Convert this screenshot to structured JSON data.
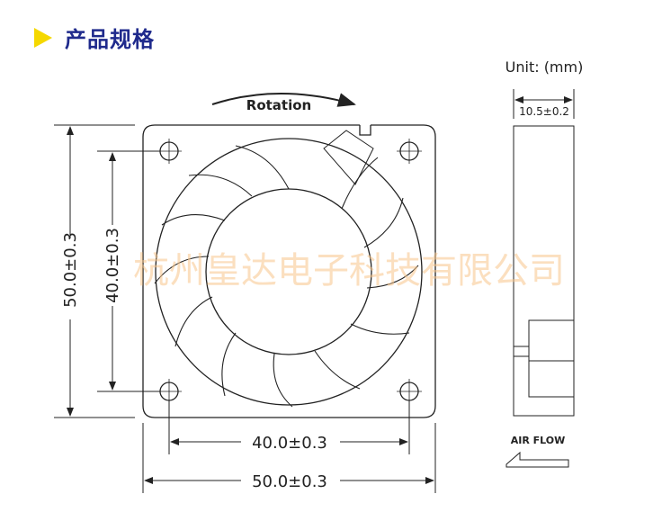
{
  "header": {
    "title": "产品规格",
    "icon": "triangle-bullet-icon",
    "accent": "#f5d800",
    "title_color": "#1f2a8c"
  },
  "unit_label": "Unit: (mm)",
  "rotation_label": "Rotation",
  "dimensions": {
    "height_outer": "50.0±0.3",
    "height_holes": "40.0±0.3",
    "width_holes": "40.0±0.3",
    "width_outer": "50.0±0.3",
    "thickness": "10.5±0.2"
  },
  "airflow_label": "AIR FLOW",
  "watermark": "杭州皇达电子科技有限公司"
}
